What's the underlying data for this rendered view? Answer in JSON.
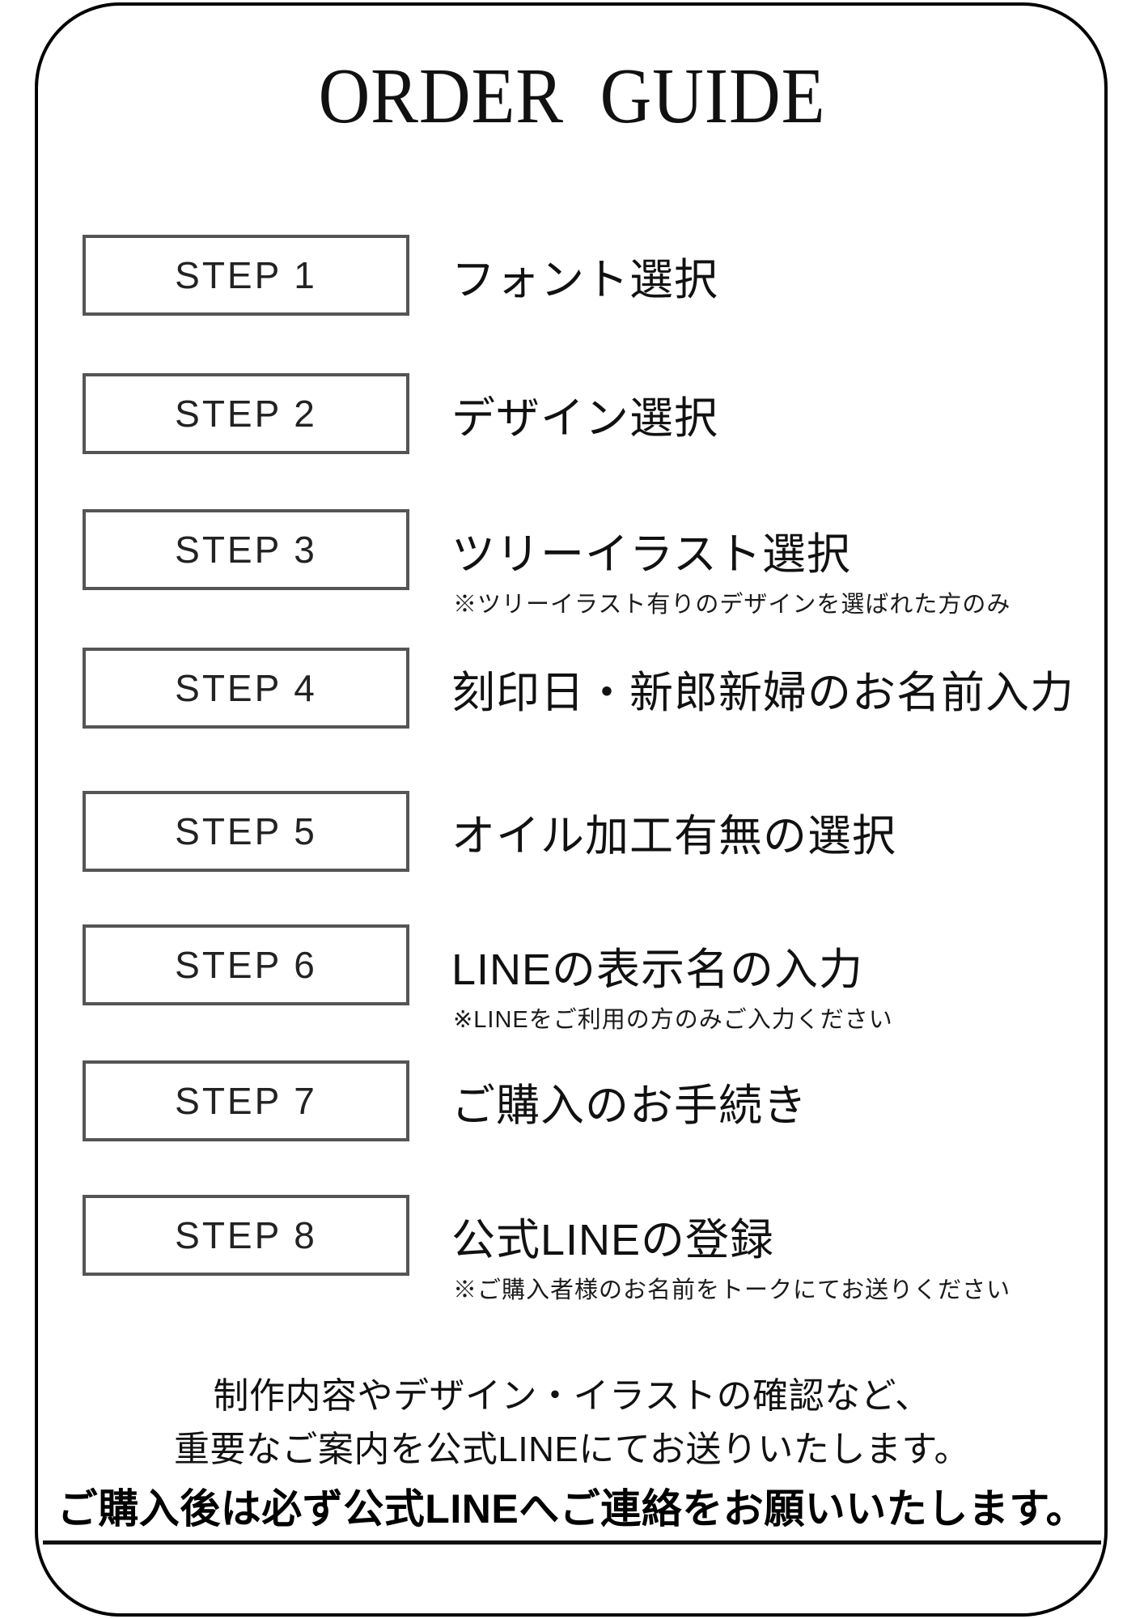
{
  "page": {
    "title": "ORDER GUIDE"
  },
  "steps": [
    {
      "box_label": "STEP 1",
      "label": "フォント選択",
      "note": ""
    },
    {
      "box_label": "STEP 2",
      "label": "デザイン選択",
      "note": ""
    },
    {
      "box_label": "STEP 3",
      "label": "ツリーイラスト選択",
      "note": "※ツリーイラスト有りのデザインを選ばれた方のみ"
    },
    {
      "box_label": "STEP 4",
      "label": "刻印日・新郎新婦のお名前入力",
      "note": ""
    },
    {
      "box_label": "STEP 5",
      "label": "オイル加工有無の選択",
      "note": ""
    },
    {
      "box_label": "STEP 6",
      "label": "LINEの表示名の入力",
      "note": "※LINEをご利用の方のみご入力ください"
    },
    {
      "box_label": "STEP 7",
      "label": "ご購入のお手続き",
      "note": ""
    },
    {
      "box_label": "STEP 8",
      "label": "公式LINEの登録",
      "note": "※ご購入者様のお名前をトークにてお送りください"
    }
  ],
  "footer": {
    "line1": "制作内容やデザイン・イラストの確認など、",
    "line2": "重要なご案内を公式LINEにてお送りいたします。",
    "line3": "ご購入後は必ず公式LINEへご連絡をお願いいたします。"
  },
  "colors": {
    "page_border": "#000000",
    "step_box_border": "#555555",
    "text": "#111111"
  }
}
